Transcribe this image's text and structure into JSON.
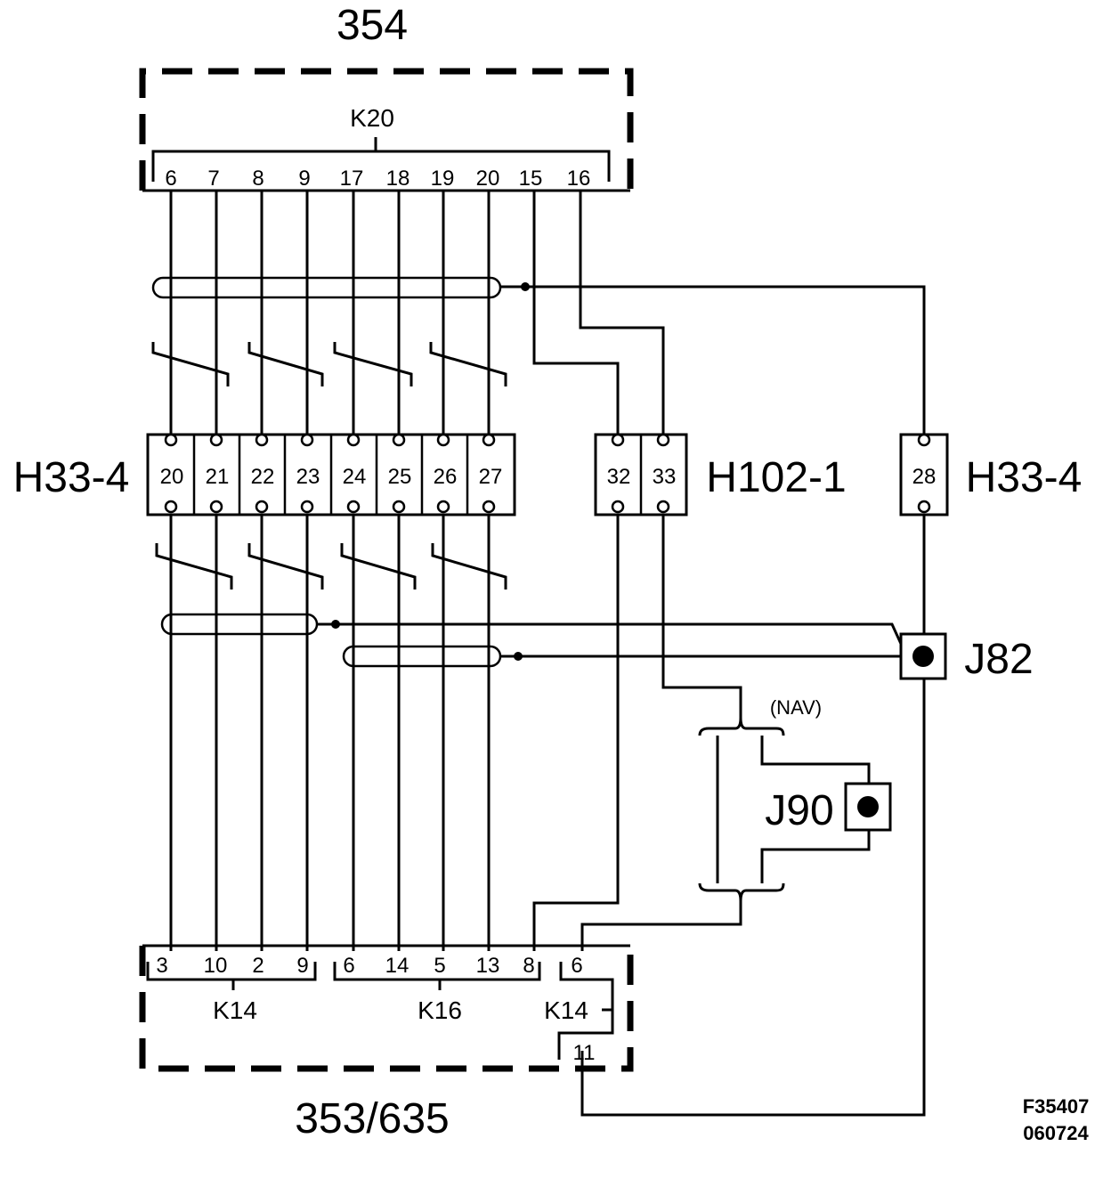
{
  "ecu_top": {
    "number": "354",
    "connector": "K20",
    "pins": [
      "6",
      "7",
      "8",
      "9",
      "17",
      "18",
      "19",
      "20",
      "15",
      "16"
    ]
  },
  "ecu_bottom": {
    "number": "353/635",
    "k14_pins": [
      "3",
      "10",
      "2",
      "9"
    ],
    "k16_pins": [
      "6",
      "14",
      "5",
      "13",
      "8"
    ],
    "k14b_pin_top": "6",
    "k14b_pin_bottom": "11",
    "k14_label": "K14",
    "k16_label": "K16",
    "k14b_label": "K14"
  },
  "terminals": {
    "h33_left": {
      "label": "H33-4",
      "pins": [
        "20",
        "21",
        "22",
        "23",
        "24",
        "25",
        "26",
        "27"
      ]
    },
    "h102": {
      "label": "H102-1",
      "pins": [
        "32",
        "33"
      ]
    },
    "h33_right": {
      "label": "H33-4",
      "pins": [
        "28"
      ]
    }
  },
  "junctions": {
    "j82": "J82",
    "j90": "J90",
    "nav": "(NAV)"
  },
  "figure_id": {
    "line1": "F35407",
    "line2": "060724"
  }
}
